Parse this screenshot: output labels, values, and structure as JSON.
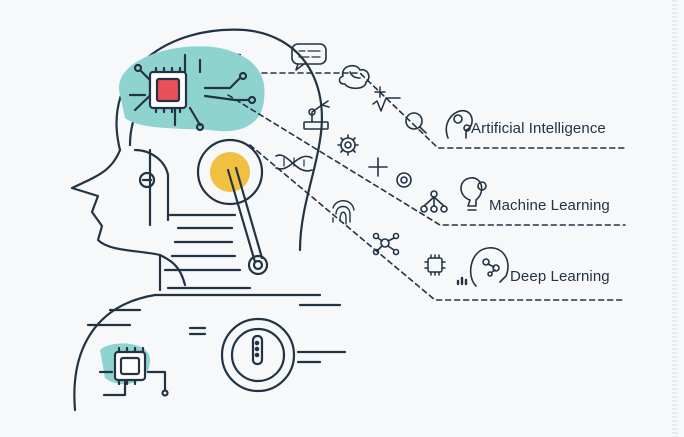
{
  "labels": {
    "artificial_intelligence": "Artificial Intelligence",
    "machine_learning": "Machine Learning",
    "deep_learning": "Deep Learning"
  },
  "colors": {
    "outline": "#223344",
    "teal": "#8fd3d0",
    "chip_red": "#e8505b",
    "accent_yellow": "#f0c040",
    "background": "#f7f8f9"
  },
  "icons": {
    "artificial_intelligence": "ai-head-gear-icon",
    "machine_learning": "lightbulb-gear-icon",
    "deep_learning": "brain-network-head-icon"
  }
}
